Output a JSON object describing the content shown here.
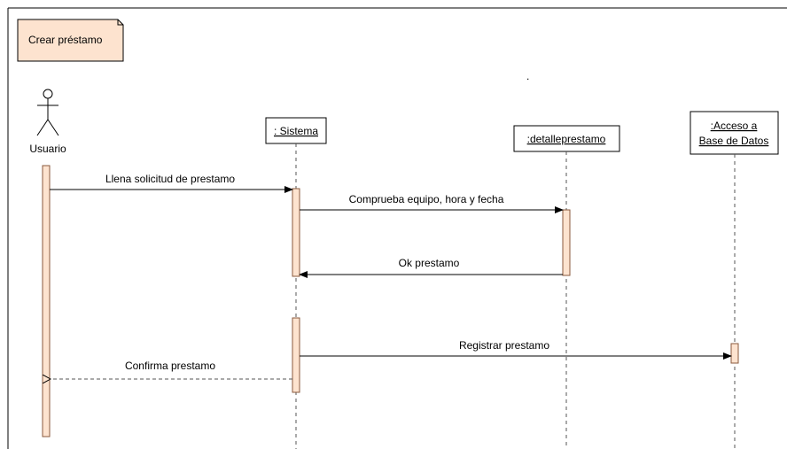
{
  "frame": {
    "title": "Crear préstamo"
  },
  "colors": {
    "frame_fill": "#fde3cf",
    "activation_fill": "#fde3cf",
    "activation_stroke": "#8a5a3c",
    "line": "#000000",
    "lifeline": "#555555"
  },
  "actor": {
    "name": "Usuario"
  },
  "lifelines": {
    "sistema": ": Sistema",
    "detalle": ":detalleprestamo",
    "acceso_line1": ":Acceso a",
    "acceso_line2": "Base de Datos"
  },
  "messages": {
    "m1": "Llena solicitud de prestamo",
    "m2": "Comprueba equipo, hora y fecha",
    "m3": "Ok prestamo",
    "m4": "Registrar  prestamo",
    "m5": "Confirma prestamo"
  },
  "stray_mark": "."
}
